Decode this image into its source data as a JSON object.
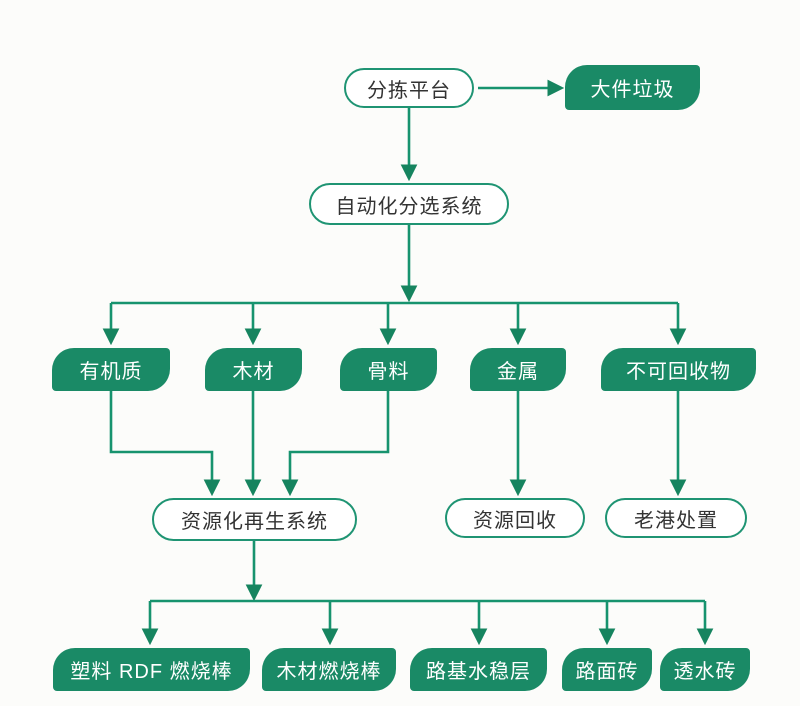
{
  "diagram": {
    "nodes": {
      "sorting_platform": "分拣平台",
      "bulky_waste": "大件垃圾",
      "auto_sorting_system": "自动化分选系统",
      "organic": "有机质",
      "wood": "木材",
      "aggregate": "骨料",
      "metal": "金属",
      "non_recyclable": "不可回收物",
      "resource_regen_system": "资源化再生系统",
      "resource_recovery": "资源回收",
      "laogang_disposal": "老港处置",
      "plastic_rdf_rod": "塑料 RDF 燃烧棒",
      "wood_rod": "木材燃烧棒",
      "roadbed_layer": "路基水稳层",
      "pavement_brick": "路面砖",
      "permeable_brick": "透水砖"
    },
    "edges": [
      {
        "from": "分拣平台",
        "to": "大件垃圾"
      },
      {
        "from": "分拣平台",
        "to": "自动化分选系统"
      },
      {
        "from": "自动化分选系统",
        "to": "有机质"
      },
      {
        "from": "自动化分选系统",
        "to": "木材"
      },
      {
        "from": "自动化分选系统",
        "to": "骨料"
      },
      {
        "from": "自动化分选系统",
        "to": "金属"
      },
      {
        "from": "自动化分选系统",
        "to": "不可回收物"
      },
      {
        "from": "有机质",
        "to": "资源化再生系统"
      },
      {
        "from": "木材",
        "to": "资源化再生系统"
      },
      {
        "from": "骨料",
        "to": "资源化再生系统"
      },
      {
        "from": "金属",
        "to": "资源回收"
      },
      {
        "from": "不可回收物",
        "to": "老港处置"
      },
      {
        "from": "资源化再生系统",
        "to": "塑料 RDF 燃烧棒"
      },
      {
        "from": "资源化再生系统",
        "to": "木材燃烧棒"
      },
      {
        "from": "资源化再生系统",
        "to": "路基水稳层"
      },
      {
        "from": "资源化再生系统",
        "to": "路面砖"
      },
      {
        "from": "资源化再生系统",
        "to": "透水砖"
      }
    ],
    "colors": {
      "background": "#fcfcfa",
      "node_fill": "#1a8a66",
      "connector": "#17936e",
      "pill_border": "#1f9473",
      "pill_text": "#333333",
      "leaf_text": "#ffffff"
    }
  }
}
